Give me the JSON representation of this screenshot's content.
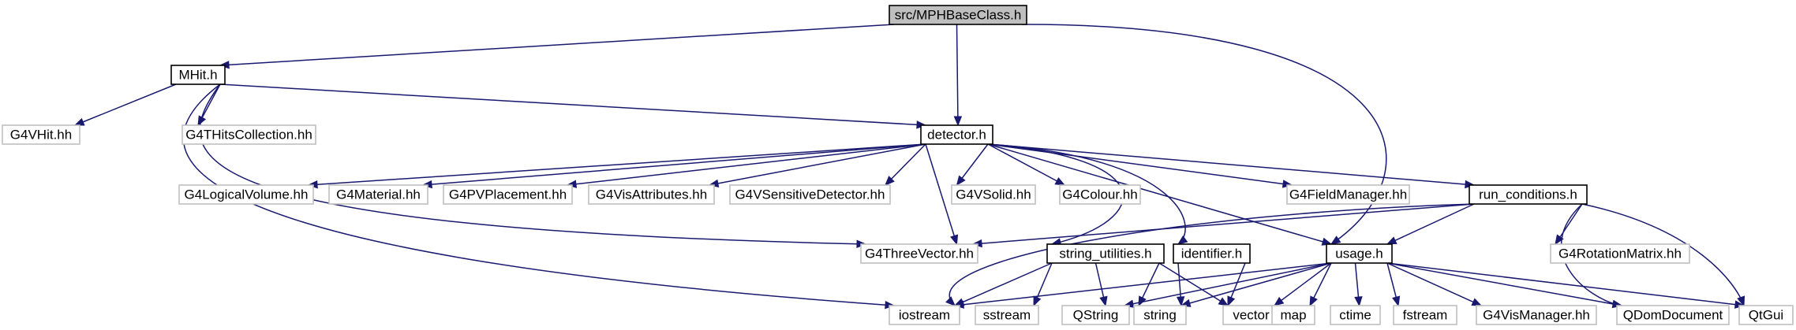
{
  "style": {
    "edge_color": "#191970",
    "root_fill": "#bfbfbf",
    "root_border": "#000000",
    "local_border": "#000000",
    "external_border": "#bfbfbf",
    "fill": "#ffffff"
  },
  "nodes": [
    {
      "id": "root",
      "label": "src/MPHBaseClass.h",
      "kind": "root"
    },
    {
      "id": "mhit",
      "label": "MHit.h",
      "kind": "local"
    },
    {
      "id": "g4vhit",
      "label": "G4VHit.hh",
      "kind": "external"
    },
    {
      "id": "g4thits",
      "label": "G4THitsCollection.hh",
      "kind": "external"
    },
    {
      "id": "detector",
      "label": "detector.h",
      "kind": "local"
    },
    {
      "id": "g4logvol",
      "label": "G4LogicalVolume.hh",
      "kind": "external"
    },
    {
      "id": "g4material",
      "label": "G4Material.hh",
      "kind": "external"
    },
    {
      "id": "g4pvplacement",
      "label": "G4PVPlacement.hh",
      "kind": "external"
    },
    {
      "id": "g4visattr",
      "label": "G4VisAttributes.hh",
      "kind": "external"
    },
    {
      "id": "g4vsensdet",
      "label": "G4VSensitiveDetector.hh",
      "kind": "external"
    },
    {
      "id": "g4vsolid",
      "label": "G4VSolid.hh",
      "kind": "external"
    },
    {
      "id": "g4colour",
      "label": "G4Colour.hh",
      "kind": "external"
    },
    {
      "id": "g4fieldmgr",
      "label": "G4FieldManager.hh",
      "kind": "external"
    },
    {
      "id": "runcond",
      "label": "run_conditions.h",
      "kind": "local"
    },
    {
      "id": "g4threevec",
      "label": "G4ThreeVector.hh",
      "kind": "external"
    },
    {
      "id": "strutil",
      "label": "string_utilities.h",
      "kind": "local"
    },
    {
      "id": "identifier",
      "label": "identifier.h",
      "kind": "local"
    },
    {
      "id": "usage",
      "label": "usage.h",
      "kind": "local"
    },
    {
      "id": "g4rotmat",
      "label": "G4RotationMatrix.hh",
      "kind": "external"
    },
    {
      "id": "iostream",
      "label": "iostream",
      "kind": "external"
    },
    {
      "id": "sstream",
      "label": "sstream",
      "kind": "external"
    },
    {
      "id": "qstring",
      "label": "QString",
      "kind": "external"
    },
    {
      "id": "string",
      "label": "string",
      "kind": "external"
    },
    {
      "id": "vector",
      "label": "vector",
      "kind": "external"
    },
    {
      "id": "map",
      "label": "map",
      "kind": "external"
    },
    {
      "id": "ctime",
      "label": "ctime",
      "kind": "external"
    },
    {
      "id": "fstream",
      "label": "fstream",
      "kind": "external"
    },
    {
      "id": "g4vismgr",
      "label": "G4VisManager.hh",
      "kind": "external"
    },
    {
      "id": "qdomdoc",
      "label": "QDomDocument",
      "kind": "external"
    },
    {
      "id": "qtgui",
      "label": "QtGui",
      "kind": "external"
    }
  ],
  "edges": [
    {
      "from": "root",
      "to": "mhit"
    },
    {
      "from": "root",
      "to": "detector"
    },
    {
      "from": "root",
      "to": "usage"
    },
    {
      "from": "mhit",
      "to": "g4vhit"
    },
    {
      "from": "mhit",
      "to": "g4thits"
    },
    {
      "from": "mhit",
      "to": "detector"
    },
    {
      "from": "mhit",
      "to": "g4threevec"
    },
    {
      "from": "mhit",
      "to": "iostream"
    },
    {
      "from": "detector",
      "to": "g4logvol"
    },
    {
      "from": "detector",
      "to": "g4material"
    },
    {
      "from": "detector",
      "to": "g4pvplacement"
    },
    {
      "from": "detector",
      "to": "g4visattr"
    },
    {
      "from": "detector",
      "to": "g4vsensdet"
    },
    {
      "from": "detector",
      "to": "g4vsolid"
    },
    {
      "from": "detector",
      "to": "g4colour"
    },
    {
      "from": "detector",
      "to": "g4fieldmgr"
    },
    {
      "from": "detector",
      "to": "runcond"
    },
    {
      "from": "detector",
      "to": "g4threevec"
    },
    {
      "from": "detector",
      "to": "strutil"
    },
    {
      "from": "detector",
      "to": "identifier"
    },
    {
      "from": "detector",
      "to": "usage"
    },
    {
      "from": "runcond",
      "to": "g4threevec"
    },
    {
      "from": "runcond",
      "to": "usage"
    },
    {
      "from": "runcond",
      "to": "g4rotmat"
    },
    {
      "from": "runcond",
      "to": "iostream"
    },
    {
      "from": "runcond",
      "to": "qdomdoc"
    },
    {
      "from": "runcond",
      "to": "qtgui"
    },
    {
      "from": "strutil",
      "to": "iostream"
    },
    {
      "from": "strutil",
      "to": "sstream"
    },
    {
      "from": "strutil",
      "to": "qstring"
    },
    {
      "from": "strutil",
      "to": "string"
    },
    {
      "from": "strutil",
      "to": "vector"
    },
    {
      "from": "identifier",
      "to": "string"
    },
    {
      "from": "identifier",
      "to": "vector"
    },
    {
      "from": "usage",
      "to": "iostream"
    },
    {
      "from": "usage",
      "to": "qstring"
    },
    {
      "from": "usage",
      "to": "string"
    },
    {
      "from": "usage",
      "to": "vector"
    },
    {
      "from": "usage",
      "to": "map"
    },
    {
      "from": "usage",
      "to": "ctime"
    },
    {
      "from": "usage",
      "to": "fstream"
    },
    {
      "from": "usage",
      "to": "g4vismgr"
    },
    {
      "from": "usage",
      "to": "qdomdoc"
    },
    {
      "from": "usage",
      "to": "qtgui"
    }
  ]
}
